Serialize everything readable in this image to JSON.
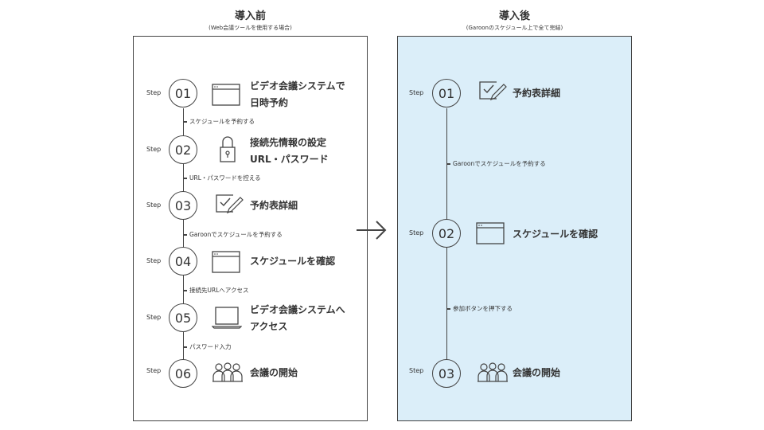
{
  "before": {
    "title": "導入前",
    "subtitle": "(Web会議ツールを使用する場合)",
    "steps": [
      {
        "step": "Step",
        "num": "01",
        "line1": "ビデオ会議システムで",
        "line2": "日時予約",
        "icon": "browser-window-icon"
      },
      {
        "step": "Step",
        "num": "02",
        "line1": "接続先情報の設定",
        "line2": "URL・パスワード",
        "icon": "padlock-icon"
      },
      {
        "step": "Step",
        "num": "03",
        "line1": "予約表詳細",
        "line2": "",
        "icon": "checkbox-pen-icon"
      },
      {
        "step": "Step",
        "num": "04",
        "line1": "スケジュールを確認",
        "line2": "",
        "icon": "browser-window-icon"
      },
      {
        "step": "Step",
        "num": "05",
        "line1": "ビデオ会議システムへ",
        "line2": "アクセス",
        "icon": "laptop-icon"
      },
      {
        "step": "Step",
        "num": "06",
        "line1": "会議の開始",
        "line2": "",
        "icon": "people-icon"
      }
    ],
    "connectors": [
      "スケジュールを予約する",
      "URL・パスワードを控える",
      "Garoonでスケジュールを予約する",
      "接続先URLへアクセス",
      "パスワード入力"
    ]
  },
  "after": {
    "title": "導入後",
    "subtitle": "(Garoonのスケジュール上で全て完結)",
    "steps": [
      {
        "step": "Step",
        "num": "01",
        "line1": "予約表詳細",
        "icon": "checkbox-pen-icon"
      },
      {
        "step": "Step",
        "num": "02",
        "line1": "スケジュールを確認",
        "icon": "browser-window-icon"
      },
      {
        "step": "Step",
        "num": "03",
        "line1": "会議の開始",
        "icon": "people-icon"
      }
    ],
    "connectors": [
      "Garoonでスケジュールを予約する",
      "参加ボタンを押下する"
    ]
  },
  "colors": {
    "after_panel": "#dbeef9",
    "line": "#444444"
  },
  "arrow": "arrow-right-icon"
}
